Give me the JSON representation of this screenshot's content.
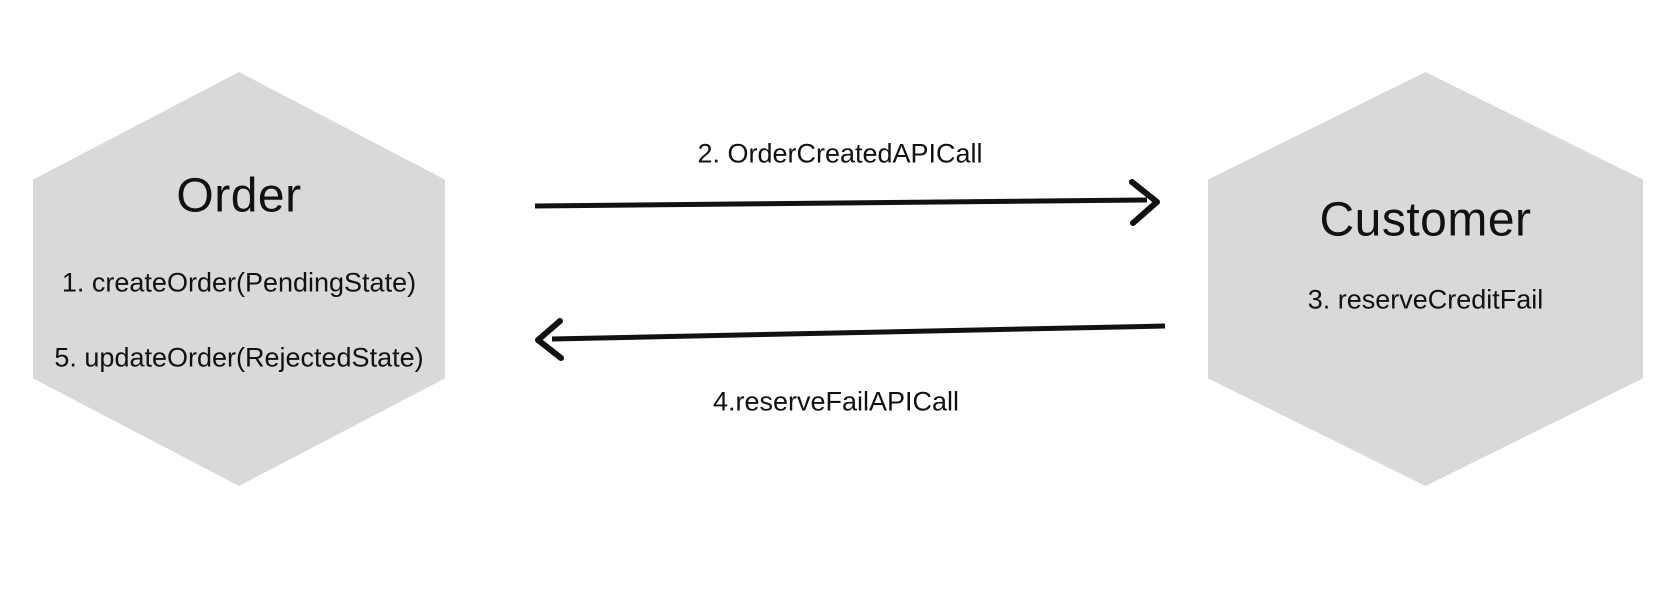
{
  "diagram": {
    "colors": {
      "background": "#ffffff",
      "hexagon_fill": "#d9d9d9",
      "text": "#111111",
      "arrow": "#111111"
    },
    "nodes": [
      {
        "id": "order",
        "title": "Order",
        "methods": [
          "1. createOrder(PendingState)",
          "5. updateOrder(RejectedState)"
        ]
      },
      {
        "id": "customer",
        "title": "Customer",
        "methods": [
          "3. reserveCreditFail"
        ]
      }
    ],
    "messages": [
      {
        "label": "2. OrderCreatedAPICall",
        "direction": "right",
        "from": "order",
        "to": "customer"
      },
      {
        "label": "4.reserveFailAPICall",
        "direction": "left",
        "from": "customer",
        "to": "order"
      }
    ]
  }
}
